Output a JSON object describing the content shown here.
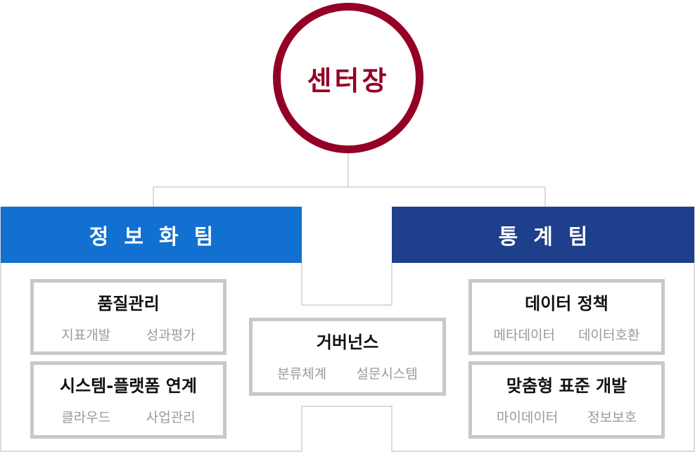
{
  "head": {
    "label": "센터장"
  },
  "teams": [
    {
      "name": "정보화팀",
      "color": "#1170d0",
      "units": [
        {
          "title": "품질관리",
          "items": [
            "지표개발",
            "성과평가"
          ]
        },
        {
          "title": "시스템-플랫폼 연계",
          "items": [
            "클라우드",
            "사업관리"
          ]
        }
      ]
    },
    {
      "name": "통계팀",
      "color": "#1e3f8c",
      "units": [
        {
          "title": "데이터 정책",
          "items": [
            "메타데이터",
            "데이터호환"
          ]
        },
        {
          "title": "맞춤형 표준 개발",
          "items": [
            "마이데이터",
            "정보보호"
          ]
        }
      ]
    }
  ],
  "shared": {
    "title": "거버넌스",
    "items": [
      "분류체계",
      "설문시스템"
    ]
  },
  "colors": {
    "head_accent": "#940025",
    "border_gray": "#c8c8c8",
    "item_text": "#9a9a9a"
  }
}
